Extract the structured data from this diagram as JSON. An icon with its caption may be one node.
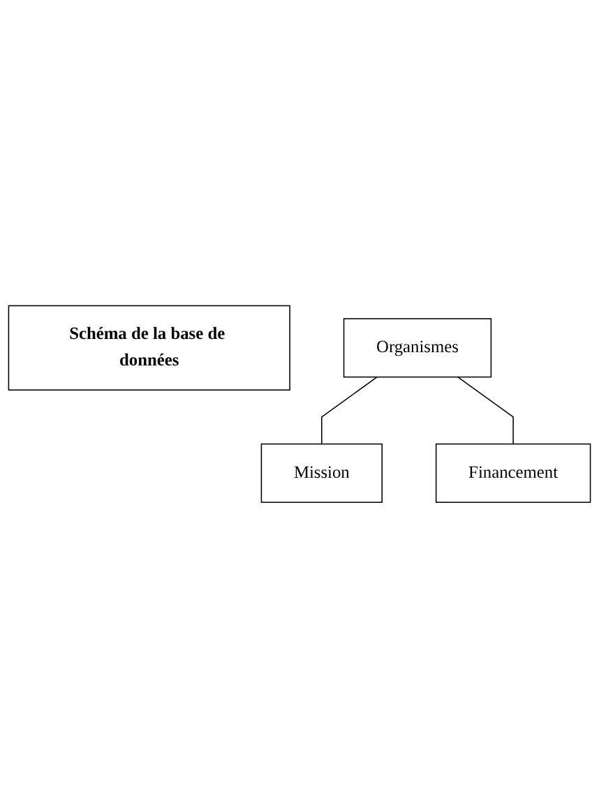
{
  "diagram": {
    "nodes": [
      {
        "text": [
          "Schéma de la base de données"
        ]
      },
      {
        "text": [
          "Organismes"
        ]
      },
      {
        "text": [
          "Mission"
        ]
      },
      {
        "text": [
          "Financement"
        ]
      }
    ],
    "edges": [
      {
        "from": 1,
        "to": 2,
        "arrow": "none"
      },
      {
        "from": 1,
        "to": 3,
        "arrow": "none"
      }
    ]
  }
}
